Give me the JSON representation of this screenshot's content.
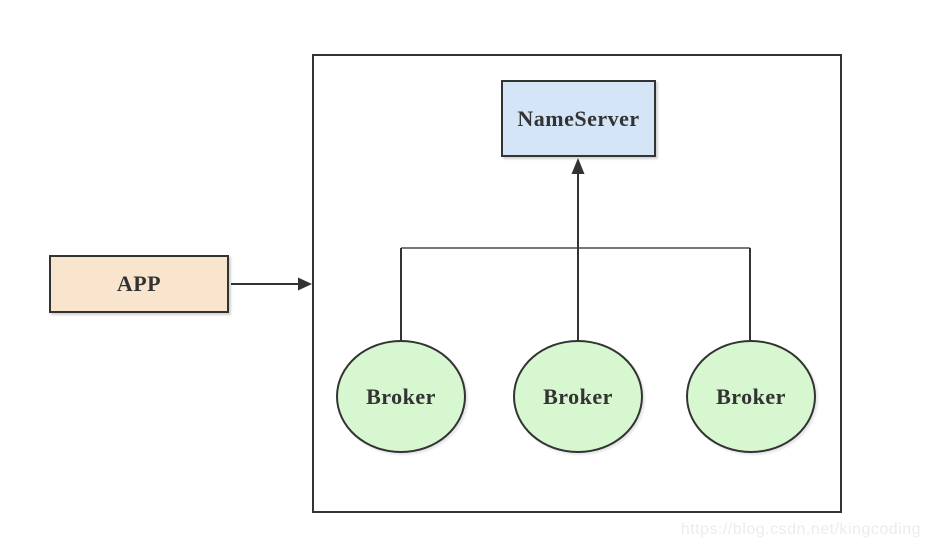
{
  "diagram": {
    "app": {
      "label": "APP",
      "fill": "#f9e5cd"
    },
    "nameserver": {
      "label": "NameServer",
      "fill": "#d4e5f7"
    },
    "brokers": [
      {
        "label": "Broker"
      },
      {
        "label": "Broker"
      },
      {
        "label": "Broker"
      }
    ],
    "broker_fill": "#d6f7cf",
    "stroke_color": "#333333",
    "text_color": "#333333"
  },
  "watermark": {
    "text": "https://blog.csdn.net/kingcoding",
    "color": "#ececec"
  }
}
